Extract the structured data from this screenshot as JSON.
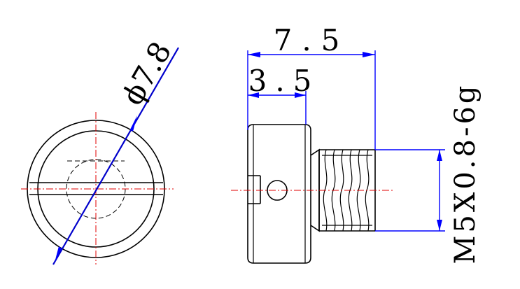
{
  "dimensions": {
    "diameter": "ϕ7.8",
    "overall_length": "7.5",
    "head_length": "3.5",
    "thread_spec": "M5X0.8-6g"
  },
  "colors": {
    "dimension_line": "#0000ff",
    "center_line": "#e00000",
    "object_line": "#000000",
    "background": "#ffffff"
  }
}
